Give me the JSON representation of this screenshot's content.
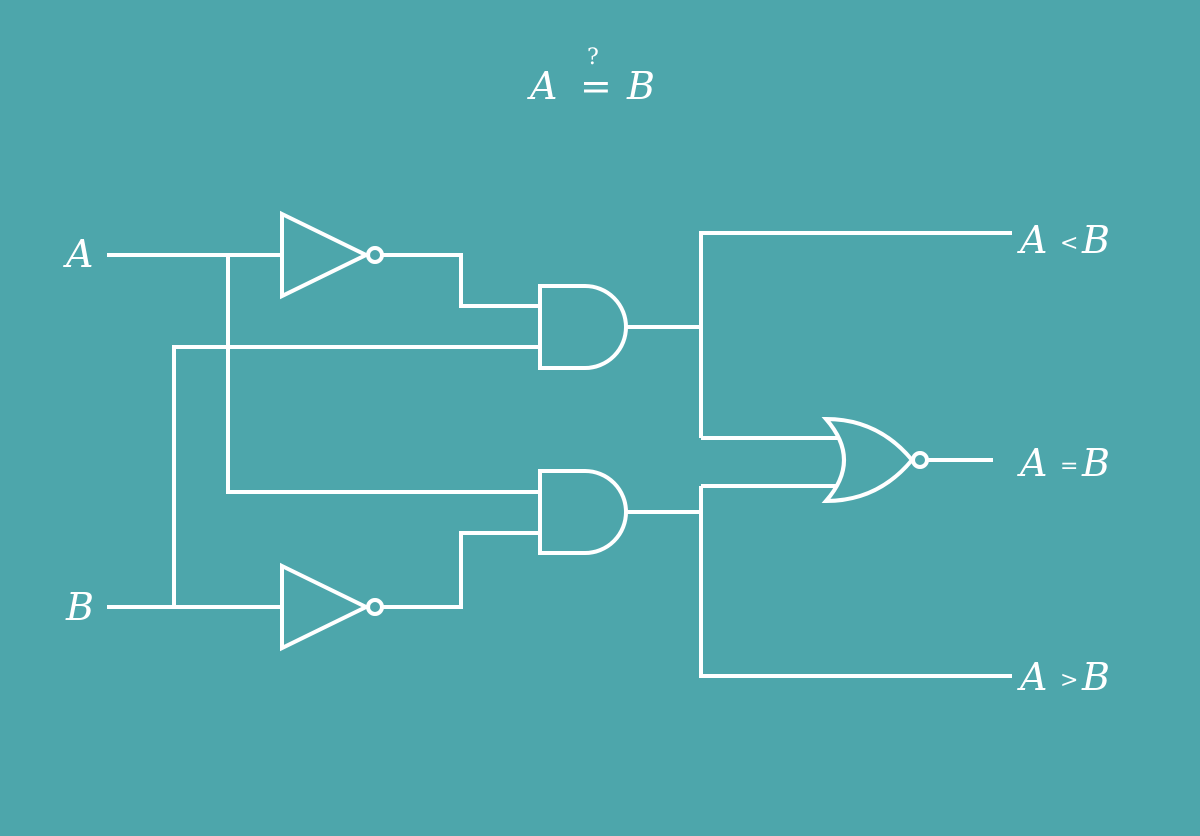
{
  "title": {
    "left": "A",
    "relation": "=",
    "mark": "?",
    "right": "B"
  },
  "inputs": {
    "a": "A",
    "b": "B"
  },
  "outputs": {
    "less": {
      "left": "A",
      "op": "<",
      "right": "B"
    },
    "equal": {
      "left": "A",
      "op": "=",
      "right": "B"
    },
    "greater": {
      "left": "A",
      "op": ">",
      "right": "B"
    }
  },
  "gates": [
    {
      "id": "not-a",
      "type": "NOT"
    },
    {
      "id": "not-b",
      "type": "NOT"
    },
    {
      "id": "and-top",
      "type": "AND"
    },
    {
      "id": "and-bottom",
      "type": "AND"
    },
    {
      "id": "nor-eq",
      "type": "NOR"
    }
  ],
  "colors": {
    "background": "#4da6ab",
    "foreground": "#ffffff"
  }
}
